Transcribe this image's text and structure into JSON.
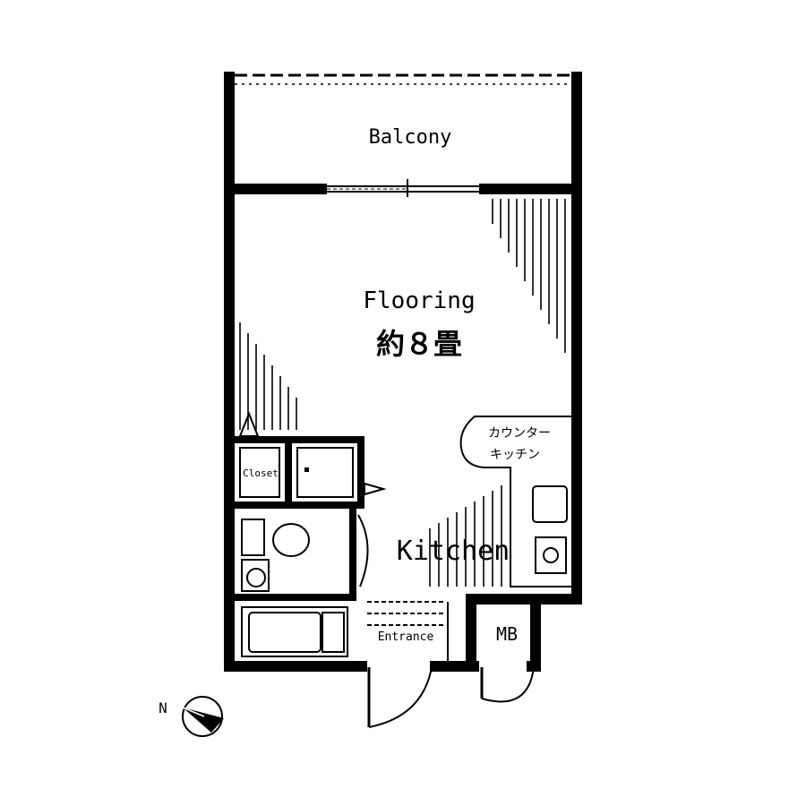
{
  "labels": {
    "balcony": "Balcony",
    "flooring": "Flooring",
    "flooring_size": "約８畳",
    "counter_kitchen_line1": "カウンター",
    "counter_kitchen_line2": "キッチン",
    "closet": "Closet",
    "kitchen": "Kitchen",
    "entrance": "Entrance",
    "meter_box": "MB",
    "north": "N"
  },
  "icons": {
    "compass": "north-arrow-icon"
  },
  "colors": {
    "ink": "#000000",
    "paper": "#ffffff"
  }
}
